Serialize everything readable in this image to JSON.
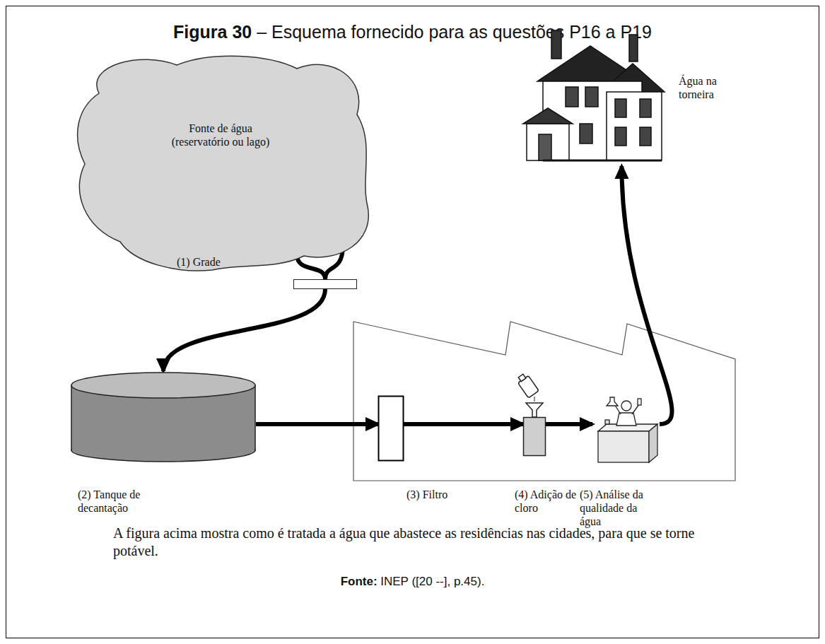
{
  "diagram": {
    "title": "Figura 30 – Esquema fornecido para as questões P16 a P19",
    "caption": "Fonte: INEP ([20 --], p.45).",
    "nodes": [
      {
        "text": [
          "Fonte de água (reservatório ou lago)"
        ]
      },
      {
        "text": [
          "Água na torneira"
        ]
      },
      {
        "text": [
          "(1) Grade"
        ]
      },
      {
        "text": [
          "(2) Tanque de decantação"
        ]
      },
      {
        "text": [
          "(3) Filtro"
        ]
      },
      {
        "text": [
          "(4) Adição de cloro"
        ]
      },
      {
        "text": [
          "(5) Análise da qualidade da água"
        ]
      }
    ],
    "edges": [
      {
        "from": 0,
        "to": 2,
        "arrow": "none"
      },
      {
        "from": 2,
        "to": 3,
        "arrow": "to"
      },
      {
        "from": 3,
        "to": 4,
        "arrow": "to"
      },
      {
        "from": 4,
        "to": 5,
        "arrow": "to"
      },
      {
        "from": 5,
        "to": 6,
        "arrow": "to"
      },
      {
        "from": 6,
        "to": 1,
        "arrow": "to"
      }
    ],
    "labels": [
      "A figura acima mostra como é tratada a água que abastece as residências nas cidades, para que se torne potável."
    ]
  }
}
